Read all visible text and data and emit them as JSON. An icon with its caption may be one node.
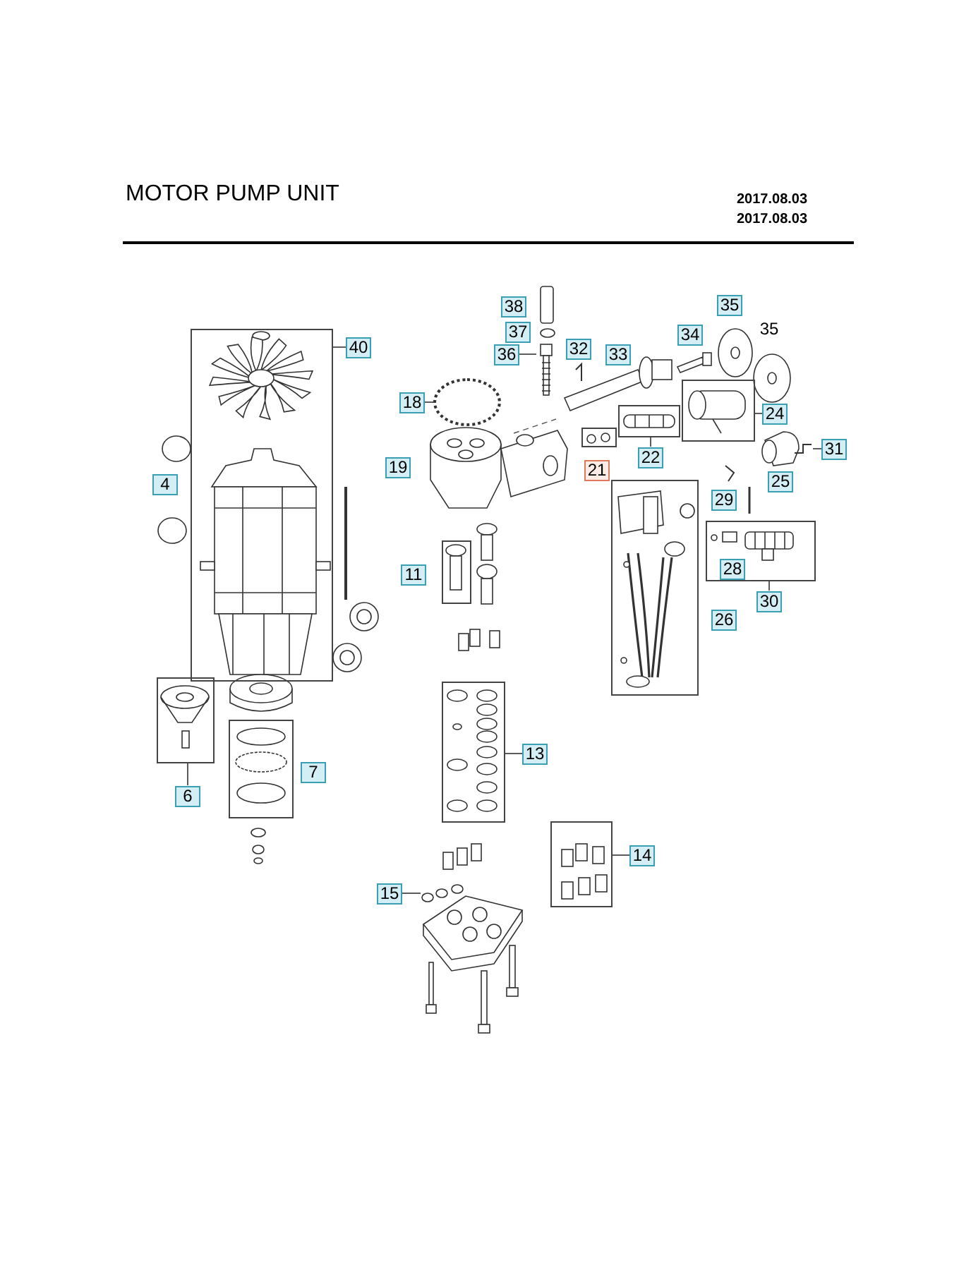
{
  "diagram": {
    "title": "MOTOR PUMP UNIT",
    "nodes": [
      {
        "text": [
          "40"
        ]
      },
      {
        "text": [],
        "shape": "box"
      },
      {
        "text": [
          "38"
        ]
      },
      {
        "text": [
          "37"
        ]
      },
      {
        "text": [
          "36"
        ]
      },
      {
        "text": [],
        "shape": "picture"
      },
      {
        "text": [
          "32"
        ]
      },
      {
        "text": [
          "33"
        ]
      },
      {
        "text": [
          "34"
        ]
      },
      {
        "text": [
          "35"
        ]
      },
      {
        "text": [
          "35"
        ]
      },
      {
        "text": [
          "18"
        ]
      },
      {
        "text": [],
        "shape": "circle"
      },
      {
        "text": [
          "24"
        ]
      },
      {
        "text": [],
        "shape": "box"
      },
      {
        "text": [
          "19"
        ]
      },
      {
        "text": [
          "21"
        ]
      },
      {
        "text": [],
        "shape": "box"
      },
      {
        "text": [
          "22"
        ]
      },
      {
        "text": [],
        "shape": "box"
      },
      {
        "text": [
          "31"
        ]
      },
      {
        "text": [],
        "shape": "picture"
      },
      {
        "text": [
          "25"
        ]
      },
      {
        "text": [
          "4"
        ]
      },
      {
        "text": [],
        "shape": "box"
      },
      {
        "text": [
          "29"
        ]
      },
      {
        "text": [],
        "shape": "box"
      },
      {
        "text": [
          "28"
        ],
        "in": 26
      },
      {
        "text": [
          "11"
        ]
      },
      {
        "text": [],
        "shape": "box"
      },
      {
        "text": [
          "30"
        ]
      },
      {
        "text": [
          "26"
        ]
      },
      {
        "text": [],
        "shape": "box"
      },
      {
        "text": [],
        "shape": "box"
      },
      {
        "text": [],
        "shape": "box"
      },
      {
        "text": [
          "13"
        ]
      },
      {
        "text": [
          "7"
        ]
      },
      {
        "text": [
          "6"
        ]
      },
      {
        "text": [
          "14"
        ]
      },
      {
        "text": [],
        "shape": "box"
      },
      {
        "text": [
          "15"
        ]
      },
      {
        "text": [],
        "shape": "picture"
      }
    ],
    "edges": [
      {
        "from": 0,
        "to": 1,
        "arrow": "none"
      },
      {
        "from": 4,
        "to": 5,
        "arrow": "none"
      },
      {
        "from": 11,
        "to": 12,
        "arrow": "none"
      },
      {
        "from": 13,
        "to": 14,
        "arrow": "none"
      },
      {
        "from": 18,
        "to": 19,
        "arrow": "none"
      },
      {
        "from": 20,
        "to": 21,
        "arrow": "none"
      },
      {
        "from": 30,
        "to": 26,
        "arrow": "none"
      },
      {
        "from": 37,
        "to": 32,
        "arrow": "none"
      },
      {
        "from": 35,
        "to": 33,
        "arrow": "none"
      },
      {
        "from": 38,
        "to": 39,
        "arrow": "none"
      },
      {
        "from": 40,
        "to": 41,
        "arrow": "none"
      }
    ],
    "labels": [
      "2017.08.03",
      "2017.08.03"
    ]
  }
}
